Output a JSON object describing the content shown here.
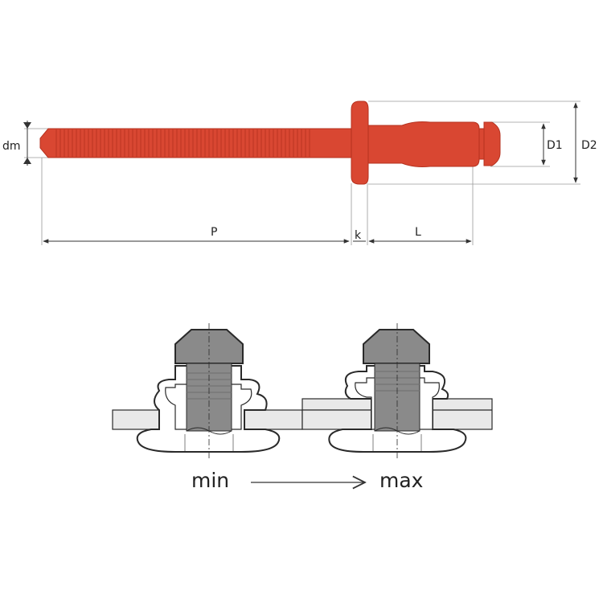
{
  "colors": {
    "rivet": "#d94732",
    "rivet_dark": "#b5321f",
    "pin": "#8a8a8a",
    "pin_dark": "#6e6e6e",
    "plate": "#e9e9e9",
    "line": "#2a2a2a",
    "dim_line": "#9a9a9a"
  },
  "labels": {
    "dm": "dm",
    "p": "P",
    "k": "k",
    "l": "L",
    "d1": "D1",
    "d2": "D2"
  },
  "caption": {
    "min": "min",
    "max": "max"
  }
}
